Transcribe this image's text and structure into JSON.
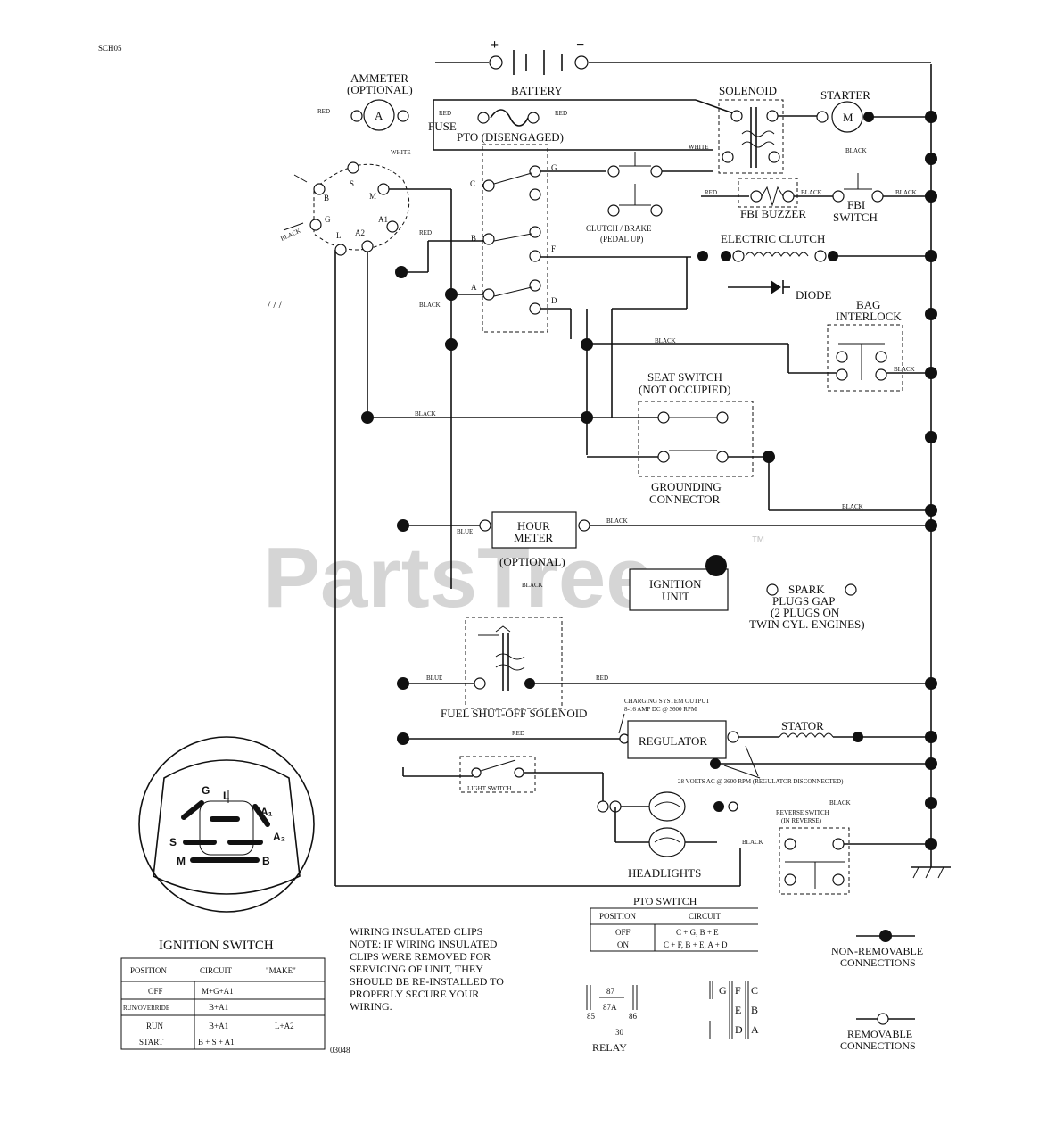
{
  "doc_code": "SCH05",
  "drawing_number": "03048",
  "watermark": {
    "text": "PartsTree",
    "tm": "™"
  },
  "components": {
    "battery": "BATTERY",
    "battery_pos": "+",
    "battery_neg": "−",
    "ammeter": [
      "AMMETER",
      "(OPTIONAL)"
    ],
    "ammeter_symbol": "A",
    "fuse": "FUSE",
    "pto_disengaged": "PTO (DISENGAGED)",
    "solenoid": "SOLENOID",
    "starter": "STARTER",
    "starter_symbol": "M",
    "fbi_buzzer": "FBI BUZZER",
    "fbi_switch": [
      "FBI",
      "SWITCH"
    ],
    "clutch_brake": [
      "CLUTCH / BRAKE",
      "(PEDAL UP)"
    ],
    "electric_clutch": "ELECTRIC CLUTCH",
    "diode": "DIODE",
    "bag_interlock": [
      "BAG",
      "INTERLOCK"
    ],
    "seat_switch": [
      "SEAT SWITCH",
      "(NOT OCCUPIED)"
    ],
    "grounding_connector": [
      "GROUNDING",
      "CONNECTOR"
    ],
    "hour_meter": [
      "HOUR",
      "METER"
    ],
    "hour_meter_optional": "(OPTIONAL)",
    "ignition_unit": [
      "IGNITION",
      "UNIT"
    ],
    "spark_plugs": [
      "SPARK",
      "PLUGS GAP",
      "(2 PLUGS ON",
      "TWIN CYL. ENGINES)"
    ],
    "fuel_shutoff": "FUEL SHUT-OFF SOLENOID",
    "charging_output": [
      "CHARGING SYSTEM OUTPUT",
      "8-16 AMP DC @ 3600 RPM"
    ],
    "regulator": "REGULATOR",
    "stator": "STATOR",
    "volts_ac": "28 VOLTS AC @ 3600 RPM (REGULATOR DISCONNECTED)",
    "light_switch": "LIGHT SWITCH",
    "headlights": "HEADLIGHTS",
    "reverse_switch": [
      "REVERSE SWITCH",
      "(IN REVERSE)"
    ],
    "ignition_switch_title": "IGNITION SWITCH",
    "relay": "RELAY"
  },
  "wire_colors": {
    "red": "RED",
    "white": "WHITE",
    "black": "BLACK",
    "blue": "BLUE"
  },
  "terminals": {
    "pto": [
      "C",
      "B",
      "A",
      "G",
      "F",
      "D",
      "E"
    ],
    "ignition": [
      "B",
      "S",
      "M",
      "G",
      "L",
      "A2",
      "A1"
    ]
  },
  "ignition_face": {
    "G": "G",
    "L": "L",
    "A1": "A₁",
    "S": "S",
    "A2": "A₂",
    "M": "M",
    "B": "B"
  },
  "ignition_table": {
    "headers": [
      "POSITION",
      "CIRCUIT",
      "\"MAKE\""
    ],
    "rows": [
      {
        "position": "OFF",
        "circuit": "M+G+A1",
        "extra": ""
      },
      {
        "position": "RUN/OVERRIDE",
        "circuit": "B+A1",
        "extra": ""
      },
      {
        "position": "RUN",
        "circuit": "B+A1",
        "extra": "L+A2"
      },
      {
        "position": "START",
        "circuit": "B + S + A1",
        "extra": ""
      }
    ]
  },
  "pto_table": {
    "title": "PTO SWITCH",
    "headers": [
      "POSITION",
      "CIRCUIT"
    ],
    "rows": [
      {
        "position": "OFF",
        "circuit": "C + G, B + E"
      },
      {
        "position": "ON",
        "circuit": "C + F, B + E, A + D"
      }
    ]
  },
  "clips_note": [
    "WIRING INSULATED CLIPS",
    "NOTE: IF WIRING INSULATED",
    "CLIPS WERE REMOVED FOR",
    "SERVICING OF UNIT, THEY",
    "SHOULD BE RE-INSTALLED TO",
    "PROPERLY SECURE YOUR",
    "WIRING."
  ],
  "relay_pins": {
    "p87": "87",
    "p87a": "87A",
    "p85": "85",
    "p86": "86",
    "p30": "30"
  },
  "pto_pinout": [
    [
      "G",
      "F",
      "C"
    ],
    [
      "",
      "E",
      "B"
    ],
    [
      "",
      "D",
      "A"
    ]
  ],
  "legend": {
    "non_removable": [
      "NON-REMOVABLE",
      "CONNECTIONS"
    ],
    "removable": [
      "REMOVABLE",
      "CONNECTIONS"
    ]
  }
}
